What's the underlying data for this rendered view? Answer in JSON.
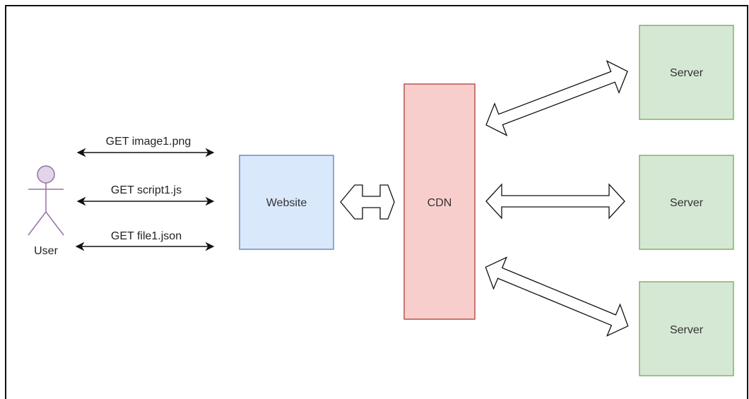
{
  "actor": {
    "label": "User"
  },
  "requests": [
    {
      "label": "GET image1.png"
    },
    {
      "label": "GET script1.js"
    },
    {
      "label": "GET file1.json"
    }
  ],
  "nodes": {
    "website": {
      "label": "Website",
      "fill": "#dae8fc",
      "stroke": "#6c8ebf"
    },
    "cdn": {
      "label": "CDN",
      "fill": "#f8cecc",
      "stroke": "#b85450"
    },
    "servers": [
      {
        "label": "Server",
        "fill": "#d5e8d4",
        "stroke": "#82b366"
      },
      {
        "label": "Server",
        "fill": "#d5e8d4",
        "stroke": "#82b366"
      },
      {
        "label": "Server",
        "fill": "#d5e8d4",
        "stroke": "#82b366"
      }
    ]
  },
  "actor_style": {
    "fill": "#e1d5e7",
    "stroke": "#9673a6"
  }
}
